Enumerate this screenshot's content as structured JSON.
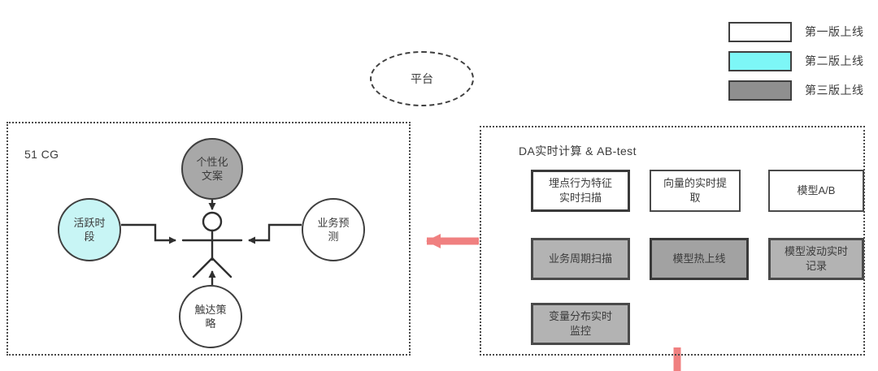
{
  "legend": {
    "items": [
      {
        "label": "第一版上线",
        "color": "#ffffff",
        "swatch_name": "legend-swatch-v1"
      },
      {
        "label": "第二版上线",
        "color": "#7df7f7",
        "swatch_name": "legend-swatch-v2"
      },
      {
        "label": "第三版上线",
        "color": "#8f8f8f",
        "swatch_name": "legend-swatch-v3"
      }
    ]
  },
  "platform": {
    "label": "平台"
  },
  "left_panel": {
    "title": "51 CG",
    "actor": {
      "name": "stick-figure-actor"
    },
    "nodes": [
      {
        "id": "personalized",
        "label": "个性化\n文案",
        "line1": "个性化",
        "line2": "文案",
        "fill": "#a8a8a8",
        "version": "第三版上线"
      },
      {
        "id": "active_period",
        "label": "活跃时段",
        "line1": "活跃时",
        "line2": "段",
        "fill": "#c8f5f5",
        "version": "第二版上线"
      },
      {
        "id": "business_forecast",
        "label": "业务预测",
        "line1": "业务预",
        "line2": "测",
        "fill": "#ffffff",
        "version": "第一版上线"
      },
      {
        "id": "reach_strategy",
        "label": "触达策略",
        "line1": "触达策",
        "line2": "略",
        "fill": "#ffffff",
        "version": "第一版上线"
      }
    ]
  },
  "right_panel": {
    "title": "DA实时计算 & AB-test",
    "boxes": [
      {
        "id": "embed_behavior_scan",
        "line1": "埋点行为特征",
        "line2": "实时扫描",
        "fill": "#ffffff",
        "version": "第一版上线"
      },
      {
        "id": "vector_realtime_extract",
        "line1": "向量的实时提",
        "line2": "取",
        "fill": "#ffffff",
        "version": "第一版上线"
      },
      {
        "id": "model_ab",
        "line1": "模型A/B",
        "line2": "",
        "fill": "#ffffff",
        "version": "第一版上线"
      },
      {
        "id": "business_cycle_scan",
        "line1": "业务周期扫描",
        "line2": "",
        "fill": "#b3b3b3",
        "version": "第三版上线"
      },
      {
        "id": "model_hot_deploy",
        "line1": "模型热上线",
        "line2": "",
        "fill": "#a2a2a2",
        "version": "第三版上线"
      },
      {
        "id": "model_fluctuation_log",
        "line1": "模型波动实时",
        "line2": "记录",
        "fill": "#b3b3b3",
        "version": "第三版上线"
      },
      {
        "id": "variable_dist_monitor",
        "line1": "变量分布实时",
        "line2": "监控",
        "fill": "#b3b3b3",
        "version": "第三版上线"
      }
    ]
  },
  "connectors": {
    "accent_color": "#f08080",
    "line_color": "#2f2f2f",
    "right_to_left_arrow": "指向左侧",
    "bottom_stub": "向下连接线"
  }
}
